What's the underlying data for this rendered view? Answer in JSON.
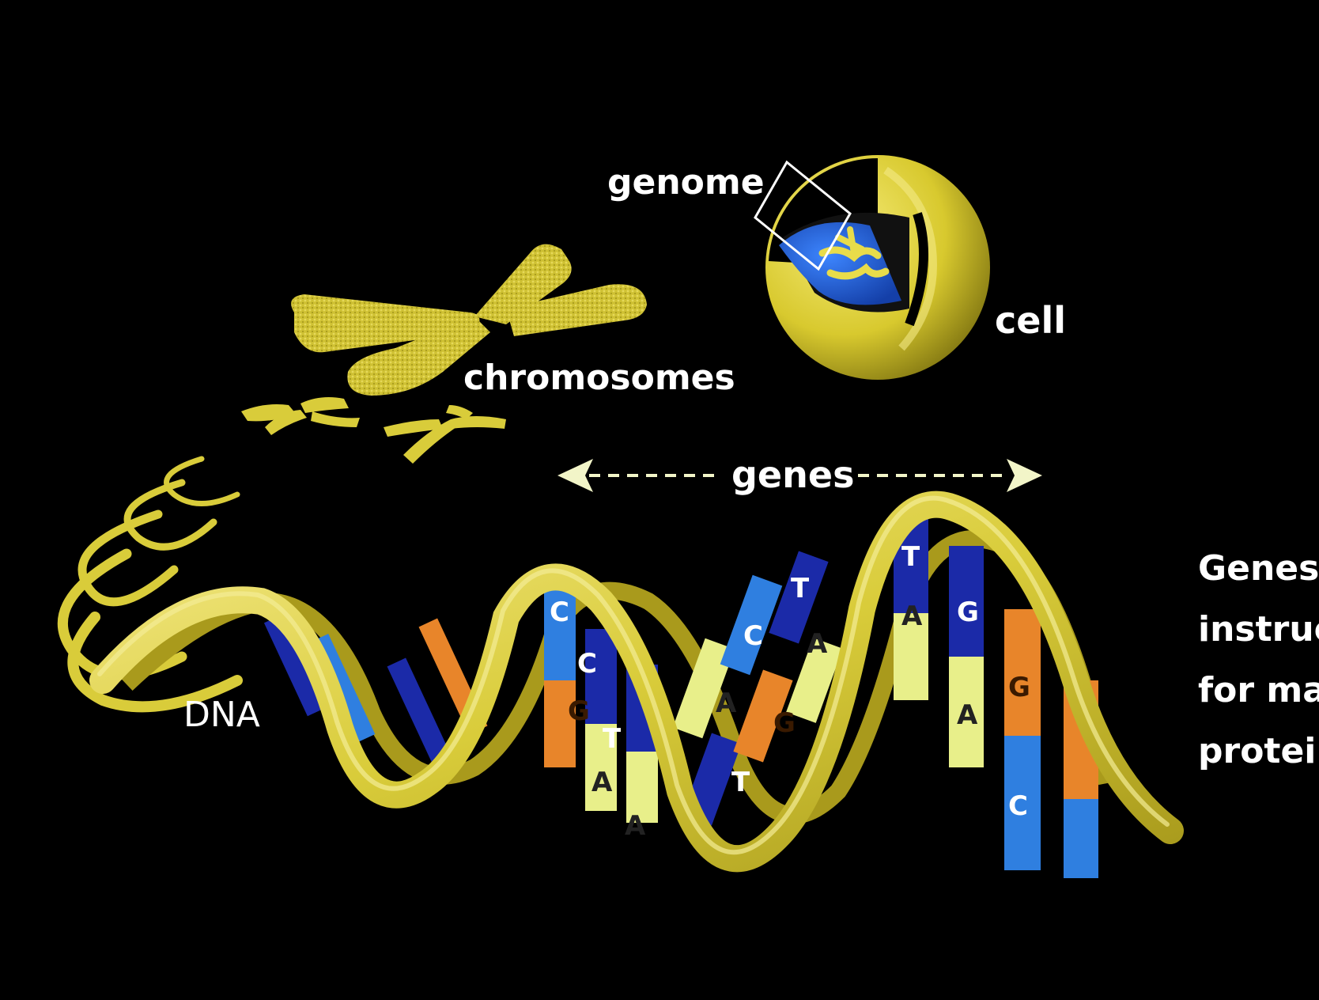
{
  "labels": {
    "genome": "genome",
    "cell": "cell",
    "chromosomes": "chromosomes",
    "genes": "genes",
    "dna": "DNA"
  },
  "side_text": [
    "Genes",
    "instruc",
    "for ma",
    "protei"
  ],
  "base_pairs": [
    {
      "top": "C",
      "bottom": ""
    },
    {
      "top": "C",
      "bottom": "G"
    },
    {
      "top": "T",
      "bottom": "A"
    },
    {
      "top": "",
      "bottom": "A"
    },
    {
      "top": "A",
      "bottom": "T"
    },
    {
      "top": "C",
      "bottom": "G"
    },
    {
      "top": "T",
      "bottom": "A"
    },
    {
      "top": "T",
      "bottom": "A"
    },
    {
      "top": "G",
      "bottom": "C"
    }
  ],
  "colors": {
    "background": "#000000",
    "ribbon": "#d9cc3a",
    "ribbon_light": "#efe27a",
    "nucleus": "#1f5fd6",
    "base_dark_blue": "#1b2aa8",
    "base_light_blue": "#2f7fe0",
    "base_orange": "#e8852a",
    "base_pale": "#e8ef8a",
    "label": "#ffffff",
    "arrow": "#f2f5c8"
  },
  "icons": [
    "cell-icon",
    "chromosome-icon",
    "genes-arrow-icon",
    "dna-helix-icon"
  ]
}
